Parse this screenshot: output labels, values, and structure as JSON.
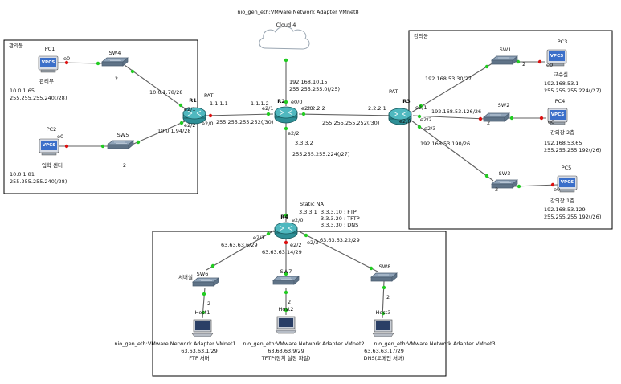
{
  "title": "nio_gen_eth:VMware Network Adapter VMnet8",
  "cloud": {
    "name": "Cloud 4"
  },
  "areas": {
    "left": "관리동",
    "right": "강의동"
  },
  "routers": {
    "r1": {
      "name": "R1",
      "pat": "PAT",
      "e2_1": "e2/1",
      "e2_2": "e2/2",
      "e2_0": "e2/0"
    },
    "r2": {
      "name": "R2",
      "e2_1": "e2/1",
      "e0_0": "e0/0",
      "e2_2": "e2/2",
      "e2_0": "e2/0"
    },
    "r3": {
      "name": "R3",
      "pat": "PAT",
      "e2_1": "e2/1",
      "e2_2": "e2/2",
      "e2_0": "e2/0",
      "e2_3": "e2/3"
    },
    "r4": {
      "name": "R4",
      "static_nat": "Static NAT",
      "e2_0": "e2/0",
      "e2_1": "e2/1",
      "e2_2": "e2/2",
      "e2_3": "e2/3"
    }
  },
  "addresses": {
    "r1_r2_left": "1.1.1.1",
    "r1_r2_right": "1.1.1.2",
    "r1_r2_mask": "255.255.255.252(/30)",
    "cloud_ip": "192.168.10.15",
    "cloud_mask": "255.255.255.0(/25)",
    "r2_r3_left": "2.2.2.2",
    "r2_r3_right": "2.2.2.1",
    "r2_r3_mask": "255.255.255.252(/30)",
    "r2_r4_ip": "3.3.3.2",
    "r2_r4_mask": "255.255.255.224(/27)",
    "r4_ip": "3.3.3.1",
    "nat_ftp": "3.3.3.10 : FTP",
    "nat_tftp": "3.3.3.20 : TFTP",
    "nat_dns": "3.3.3.30 : DNS",
    "r1_sw4": "10.0.1.78/28",
    "r1_sw5": "10.0.1.94/28",
    "r3_sw1": "192.168.53.30/27",
    "r3_sw2": "192.168.53.126/26",
    "r3_sw3": "192.168.53.190/26",
    "r4_sw6": "63.63.63.6/29",
    "r4_sw7": "63.63.63.14/29",
    "r4_sw8": "63.63.63.22/29"
  },
  "switches": {
    "sw1": {
      "name": "SW1",
      "port": "2"
    },
    "sw2": {
      "name": "SW2",
      "port": "2"
    },
    "sw3": {
      "name": "SW3",
      "port": "2"
    },
    "sw4": {
      "name": "SW4",
      "port": "2"
    },
    "sw5": {
      "name": "SW5",
      "port": "2"
    },
    "sw6": {
      "name": "SW6",
      "port": "2"
    },
    "sw7": {
      "name": "SW7",
      "port": "2"
    },
    "sw8": {
      "name": "SW8",
      "port": "2"
    }
  },
  "pcs": {
    "pc1": {
      "name": "PC1",
      "port": "e0",
      "badge": "VPCS",
      "label": "관리부",
      "ip": "10.0.1.65",
      "mask": "255.255.255.240(/28)"
    },
    "pc2": {
      "name": "PC2",
      "port": "e0",
      "badge": "VPCS",
      "label": "입학 센터",
      "ip": "10.0.1.81",
      "mask": "255.255.255.240(/28)"
    },
    "pc3": {
      "name": "PC3",
      "port": "e0",
      "badge": "VPCS",
      "label": "교수실",
      "ip": "192.168.53.1",
      "mask": "255.255.255.224(/27)"
    },
    "pc4": {
      "name": "PC4",
      "port": "e0",
      "badge": "VPCS",
      "label": "강의장 2층",
      "ip": "192.168.53.65",
      "mask": "255.255.255.192(/26)"
    },
    "pc5": {
      "name": "PC5",
      "port": "e0",
      "badge": "VPCS",
      "label": "강의장 1층",
      "ip": "192.168.53.129",
      "mask": "255.255.255.192(/26)"
    }
  },
  "hosts": {
    "host1": {
      "name": "Host1",
      "label": "서버실",
      "adapter": "nio_gen_eth:VMware Network Adapter VMnet1",
      "ip": "63.63.63.1/29",
      "role": "FTP 서버"
    },
    "host2": {
      "name": "Host2",
      "adapter": "nio_gen_eth:VMware Network Adapter VMnet2",
      "ip": "63.63.63.9/29",
      "role": "TFTP(장치 설정 파일)"
    },
    "host3": {
      "name": "Host3",
      "adapter": "nio_gen_eth:VMware Network Adapter VMnet3",
      "ip": "63.63.63.17/29",
      "role": "DNS(도메인 서버)"
    }
  },
  "colors": {
    "router": "#2e8f96",
    "switch": "#8fa3b8",
    "link": "#606060",
    "port_up": "#22cc22",
    "port_alt": "#dd1111",
    "vpcs": "#3b6fc9"
  },
  "icons": [
    "router-icon",
    "switch-icon",
    "pc-icon",
    "host-icon",
    "cloud-icon"
  ]
}
